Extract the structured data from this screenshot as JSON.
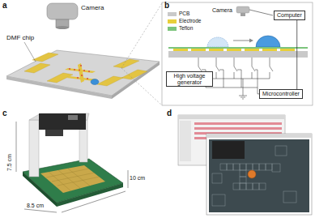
{
  "diagram": {
    "nodes": [
      {
        "text": [
          "Computer"
        ]
      },
      {
        "text": [
          "High voltage generator"
        ]
      },
      {
        "text": [
          "Microcontroller"
        ]
      }
    ],
    "edges": [
      {
        "from": 0,
        "to": 2,
        "arrow": "none"
      }
    ],
    "labels": [
      "a",
      "Camera",
      "DMF chip",
      "b",
      "Camera",
      "c",
      "7.5 cm",
      "8.5 cm",
      "10 cm",
      "d"
    ],
    "legend": [
      {
        "text": "PCB",
        "color": "#c9c9c9"
      },
      {
        "text": "Electrode",
        "color": "#e8cf3a"
      },
      {
        "text": "Teflon",
        "color": "#7cc47c"
      }
    ]
  }
}
